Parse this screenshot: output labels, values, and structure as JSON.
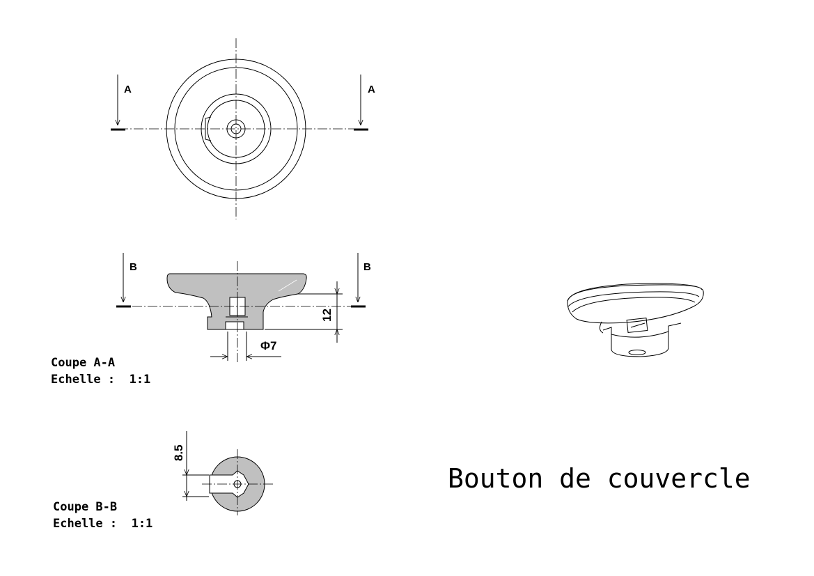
{
  "title": "Bouton de couvercle",
  "view_top": {
    "cut_label_left": "A",
    "cut_label_right": "A"
  },
  "section_a": {
    "cut_label_left": "B",
    "cut_label_right": "B",
    "dim_height": "12",
    "dim_diameter": "Φ7",
    "caption_name": "Coupe A-A",
    "caption_scale": "Echelle :  1:1"
  },
  "section_b": {
    "dim_value": "8.5",
    "caption_name": "Coupe B-B",
    "caption_scale": "Echelle :  1:1"
  }
}
